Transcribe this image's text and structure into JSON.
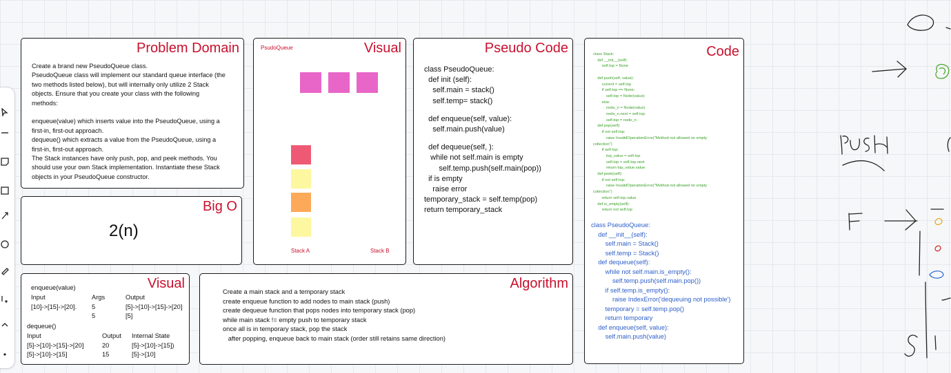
{
  "problem": {
    "title": "Problem Domain",
    "text": "Create a brand new PseudoQueue class.\nPseudoQueue class will implement our standard queue interface (the\ntwo methods listed below), but will internally only utilize 2 Stack\nobjects. Ensure that you create your class with the following\nmethods:\n\nenqueue(value) which inserts value into the PseudoQueue, using a\nfirst-in, first-out approach.\ndequeue() which extracts a value from the PseudoQueue, using a\nfirst-in, first-out approach.\nThe Stack instances have only push, pop, and peek methods. You\nshould use your own Stack implementation. Instantiate these Stack\nobjects in your PseudoQueue constructor."
  },
  "visual": {
    "title": "Visual",
    "label": "PsudoQueue",
    "stack_a": "Stack A",
    "stack_b": "Stack B",
    "top_squares": [
      "#e866c8",
      "#e866c8",
      "#e866c8"
    ],
    "stack_squares": [
      "#ee5a73",
      "#fdf7a0",
      "#fca95a",
      "#fdf7a0"
    ]
  },
  "pseudo": {
    "title": "Pseudo Code",
    "lines": [
      "class PseudoQueue:",
      "  def init (self):",
      "    self.main = stack()",
      "    self.temp= stack()",
      "",
      "  def enqueue(self, value):",
      "    self.main.push(value)",
      "",
      "  def dequeue(self, ):",
      "   while not self.main is empty",
      "       self.temp.push(self.main(pop))",
      "  if is empty",
      "    raise error",
      "temporary_stack = self.temp(pop)",
      "return temporary_stack"
    ]
  },
  "code": {
    "title": "Code",
    "stack_code": "class Stack:\n    def __init__(self):\n        self.top = None\n\n    def push(self, value):\n        current = self.top\n        if self.top == None:\n            self.top = Node(value)\n        else:\n            node_n = Node(value)\n            node_n.next = self.top\n            self.top = node_n\n    def pop(self):\n        if not self.top:\n            raise InvalidOperationError(\"Method not allowed on empty\ncollection\")\n        if self.top:\n            top_value = self.top\n            self.top = self.top.next\n            return top_value.value\n    def peek(self):\n        if not self.top:\n            raise InvalidOperationError(\"Method not allowed on empty\ncollection\")\n        return self.top.value\n    def is_empty(self):\n        return not self.top",
    "queue_code": "class PseudoQueue:\n    def __init__(self):\n        self.main = Stack()\n        self.temp = Stack()\n    def dequeue(self):\n        while not self.main.is_empty():\n            self.temp.push(self.main.pop())\n        if self.temp.is_empty():\n            raise IndexError('dequeuing not possible')\n        temporary = self.temp.pop()\n        return temporary\n    def enqueue(self, value):\n        self.main.push(value)"
  },
  "bigo": {
    "title": "Big O",
    "value": "2(n)"
  },
  "visual2": {
    "title": "Visual",
    "enqueue_label": "enqueue(value)",
    "enqueue_headers": [
      "Input",
      "Args",
      "Output"
    ],
    "enqueue_rows": [
      [
        "[10]->[15]->[20].",
        "5",
        "[5]->[10]->[15]->[20]"
      ],
      [
        "",
        "5",
        "[5]"
      ]
    ],
    "dequeue_label": "dequeue()",
    "dequeue_headers": [
      "Input",
      "Output",
      "Internal State"
    ],
    "dequeue_rows": [
      [
        "[5]->[10]->[15]->[20]",
        "20",
        "[5]->[10]->[15])"
      ],
      [
        "[5]->[10]->[15]",
        "15",
        "[5]->[10]"
      ]
    ]
  },
  "algorithm": {
    "title": "Algorithm",
    "lines": [
      "Create a main stack and a temporary stack",
      "create enqueue function to add nodes to main stack (push)",
      "create dequeue function that pops nodes into temporary stack (pop)",
      "while main stack != empty push to temporary stack",
      "once all is in temporary stack, pop the stack",
      "   after popping, enqueue back to main stack (order still retains same direction)"
    ]
  },
  "sketch": {
    "push_word": "PUSH"
  },
  "tools": [
    "pointer-tool",
    "line-tool",
    "sticky-note-tool",
    "frame-tool",
    "pen-tool",
    "comment-tool",
    "link-tool",
    "plus-tool",
    "arrow-tool",
    "more-tool"
  ]
}
